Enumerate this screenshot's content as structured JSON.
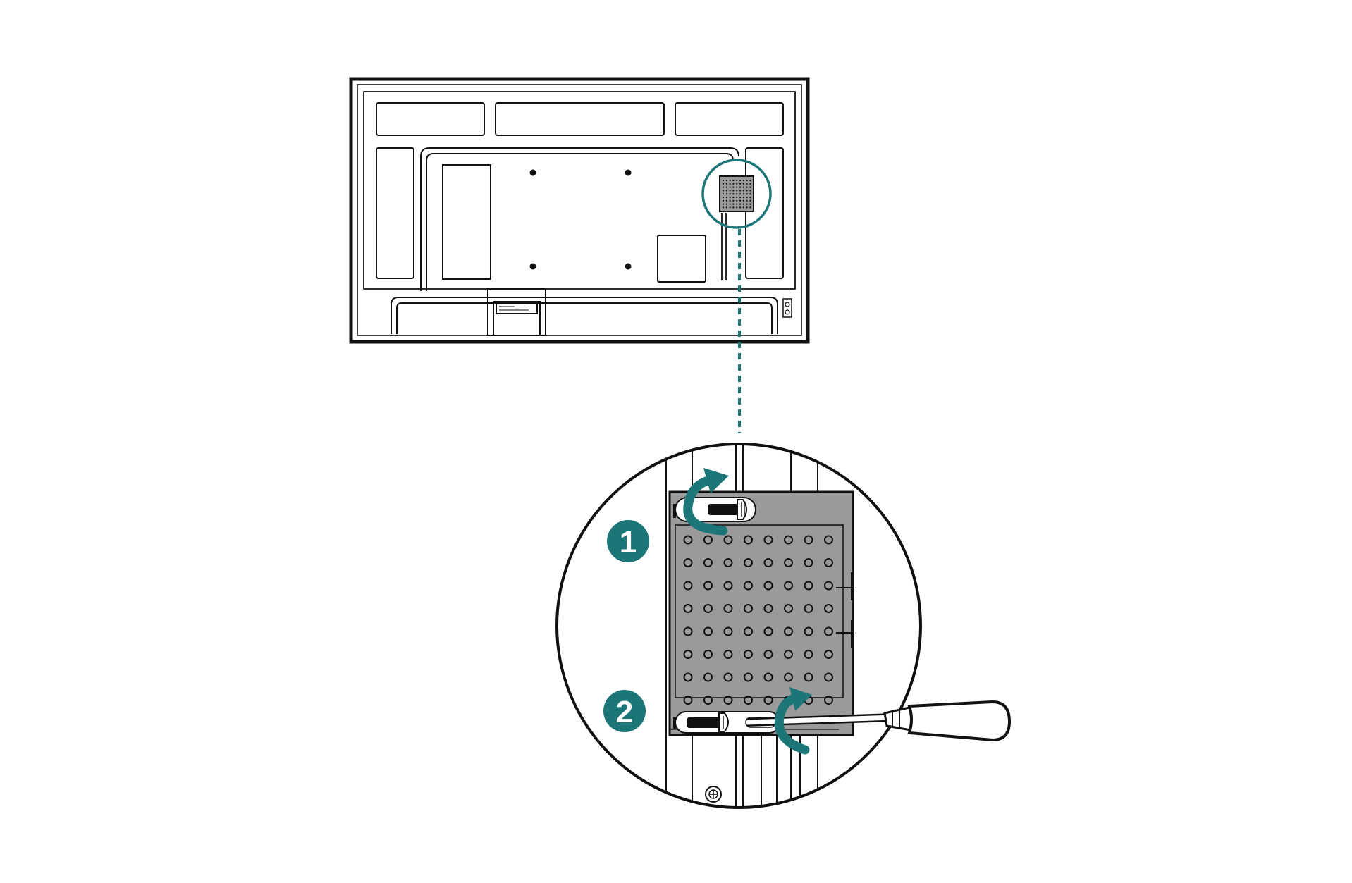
{
  "colors": {
    "accent": "#1c7577",
    "line": "#111111",
    "cover_fill": "#9a9a9a",
    "background": "#ffffff"
  },
  "steps": [
    {
      "number": "1",
      "icon": "rotate-arrow-icon"
    },
    {
      "number": "2",
      "icon": "rotate-arrow-icon"
    }
  ],
  "cover_grid": {
    "columns": 8,
    "rows": 8
  },
  "tools": [
    "screwdriver-icon"
  ]
}
